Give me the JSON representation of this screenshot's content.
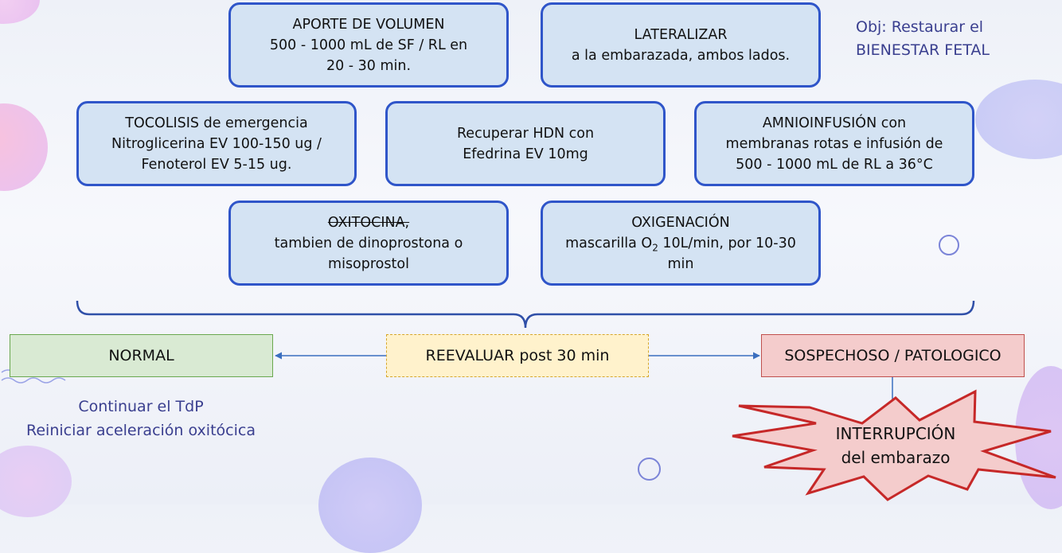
{
  "objective": {
    "line1": "Obj: Restaurar el",
    "line2": "BIENESTAR FETAL"
  },
  "boxes": {
    "volumen": {
      "l1": "APORTE DE VOLUMEN",
      "l2": "500 - 1000 mL de SF / RL en",
      "l3": "20 - 30 min."
    },
    "lateralizar": {
      "l1": "LATERALIZAR",
      "l2": "a la embarazada, ambos lados."
    },
    "tocolisis": {
      "l1": "TOCOLISIS de emergencia",
      "l2": "Nitroglicerina EV 100-150 ug  /",
      "l3": "Fenoterol EV 5-15 ug."
    },
    "hdn": {
      "l1": "Recuperar HDN con",
      "l2": "Efedrina EV 10mg"
    },
    "amnio": {
      "l1": "AMNIOINFUSIÓN con",
      "l2": "membranas rotas e infusión de",
      "l3": "500 - 1000 mL de RL a 36°C"
    },
    "oxitocina": {
      "l1": "OXITOCINA,",
      "l2": "tambien de dinoprostona o",
      "l3": "misoprostol"
    },
    "oxigenacion": {
      "l1": "OXIGENACIÓN",
      "l2a": "mascarilla O",
      "l2sub": "2",
      "l2b": " 10L/min, por 10-30",
      "l3": "min"
    }
  },
  "flow": {
    "normal": "NORMAL",
    "reevaluar": "REEVALUAR post 30 min",
    "sospechoso": "SOSPECHOSO / PATOLOGICO",
    "interrupcion_l1": "INTERRUPCIÓN",
    "interrupcion_l2": "del embarazo"
  },
  "normal_notes": {
    "line1": "Continuar el TdP",
    "line2": "Reiniciar aceleración oxitócica"
  },
  "colors": {
    "box_border": "#2f55c9",
    "box_fill": "#d4e3f3",
    "normal_fill": "#d9ead3",
    "reevaluar_fill": "#fff2cc",
    "sospechoso_fill": "#f4cccc",
    "text_accent": "#3a3f8f"
  }
}
